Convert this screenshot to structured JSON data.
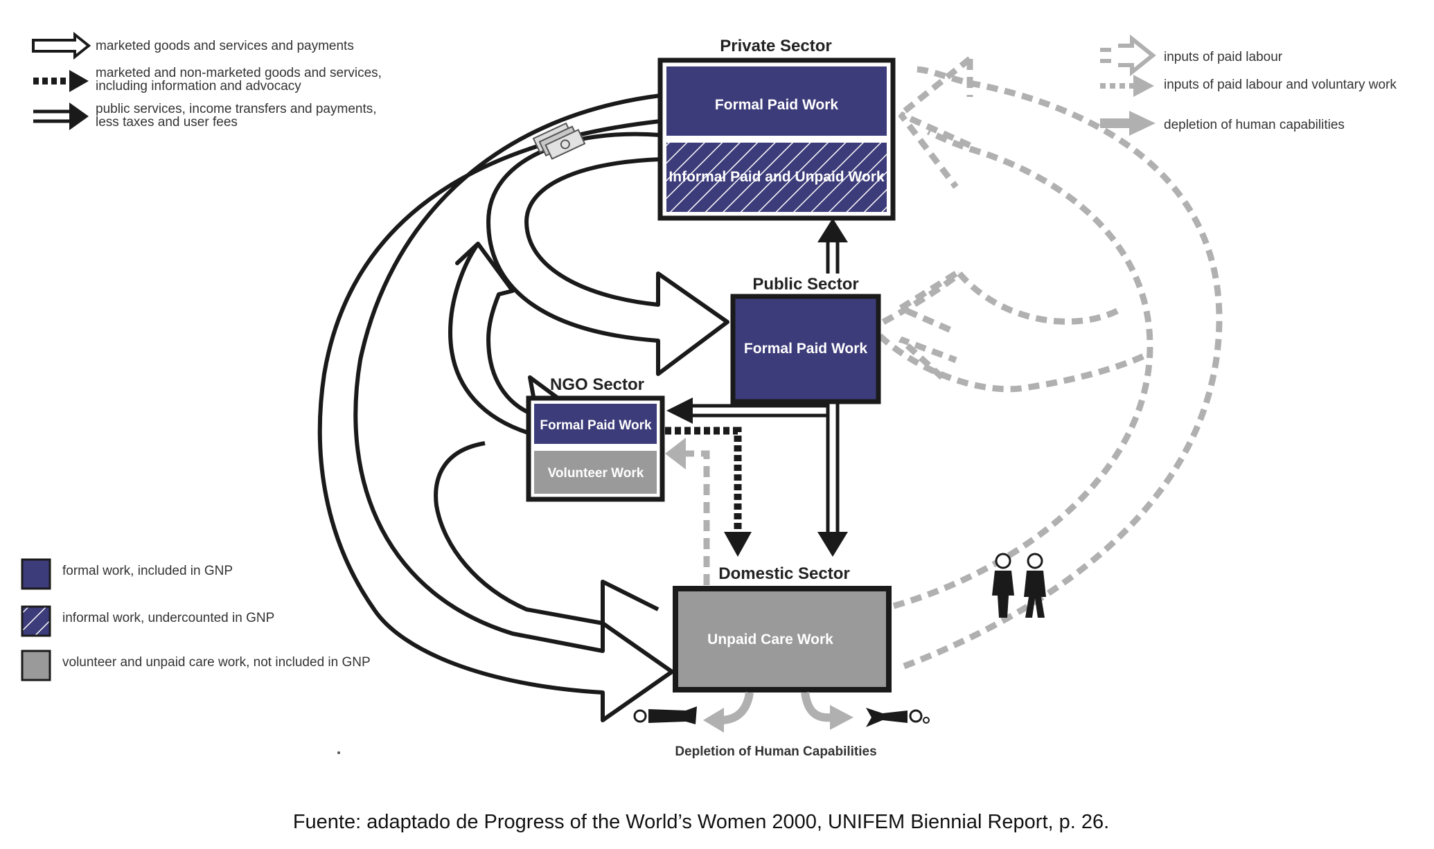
{
  "colors": {
    "formal": "#3d3c7a",
    "informal_stripe": "#ffffff",
    "unpaid": "#9a9a9a",
    "dashed_gray": "#b0b0b0",
    "dark": "#1a1a1a"
  },
  "legend_top_left": [
    {
      "icon": "hollow-arrow-icon",
      "text": "marketed goods and services and payments"
    },
    {
      "icon": "dotted-black-arrow-icon",
      "line1": "marketed and non-marketed goods and services,",
      "line2": "including information and advocacy"
    },
    {
      "icon": "double-line-arrow-icon",
      "line1": "public services, income transfers and payments,",
      "line2": "less taxes and user fees"
    }
  ],
  "legend_top_right": [
    {
      "icon": "dashed-hollow-arrow-icon",
      "text": "inputs of paid labour"
    },
    {
      "icon": "dotted-gray-arrow-icon",
      "text": "inputs of paid labour and voluntary work"
    },
    {
      "icon": "gray-solid-arrow-icon",
      "text": "depletion of human capabilities"
    }
  ],
  "legend_bottom_left": [
    {
      "icon": "formal-swatch-icon",
      "text": "formal work, included in GNP"
    },
    {
      "icon": "informal-swatch-icon",
      "text": "informal work, undercounted in GNP"
    },
    {
      "icon": "unpaid-swatch-icon",
      "text": "volunteer and unpaid care work, not included in GNP"
    }
  ],
  "sectors": {
    "private": {
      "title": "Private Sector",
      "formal": "Formal Paid Work",
      "informal": "Informal Paid and Unpaid Work"
    },
    "public": {
      "title": "Public Sector",
      "formal": "Formal Paid Work"
    },
    "ngo": {
      "title": "NGO Sector",
      "formal": "Formal Paid Work",
      "volunteer": "Volunteer Work"
    },
    "domestic": {
      "title": "Domestic Sector",
      "unpaid": "Unpaid Care Work"
    }
  },
  "depletion_label": "Depletion of Human Capabilities",
  "caption": "Fuente: adaptado de Progress of the World’s Women 2000, UNIFEM Biennial Report, p. 26."
}
